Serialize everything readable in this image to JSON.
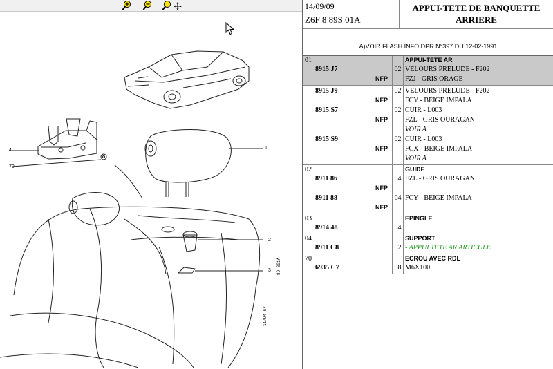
{
  "toolbar": {
    "zoom_in_icon": "zoom-in-icon",
    "zoom_out_icon": "zoom-out-icon",
    "zoom_pan_icon": "zoom-pan-icon"
  },
  "drawing": {
    "callouts": [
      "1",
      "2",
      "3",
      "4",
      "70"
    ],
    "code": "89 S01A",
    "date": "11/94  67"
  },
  "header": {
    "date": "14/09/09",
    "ref": "Z6F 8 89S 01A",
    "title_line1": "APPUI-TETE DE BANQUETTE",
    "title_line2": "ARRIERE"
  },
  "note": "A)VOIR FLASH INFO DPR N°397 DU 12-02-1991",
  "groups": [
    {
      "num": "01",
      "title": "APPUI-TETE AR",
      "selected": true,
      "parts": [
        {
          "ref": "8915 J7",
          "nfp": "NFP",
          "qty": "02",
          "desc": [
            "VELOURS PRELUDE - F202",
            "FZJ - GRIS ORAGE"
          ]
        }
      ]
    },
    {
      "num": "",
      "title": "",
      "selected": false,
      "parts": [
        {
          "ref": "8915 J9",
          "nfp": "NFP",
          "qty": "02",
          "desc": [
            "VELOURS PRELUDE - F202",
            "FCY - BEIGE IMPALA"
          ]
        },
        {
          "ref": "8915 S7",
          "nfp": "NFP",
          "qty": "02",
          "desc": [
            "CUIR - L003",
            "FZL - GRIS OURAGAN",
            "VOIR A"
          ]
        },
        {
          "ref": "8915 S9",
          "nfp": "NFP",
          "qty": "02",
          "desc": [
            "CUIR - L003",
            "FCX - BEIGE IMPALA",
            "VOIR A"
          ]
        }
      ]
    },
    {
      "num": "02",
      "title": "GUIDE",
      "selected": false,
      "parts": [
        {
          "ref": "8911 86",
          "nfp": "NFP",
          "qty": "04",
          "desc": [
            "FZL - GRIS OURAGAN"
          ]
        },
        {
          "ref": "8911 88",
          "nfp": "NFP",
          "qty": "04",
          "desc": [
            "FCY - BEIGE IMPALA"
          ]
        }
      ]
    },
    {
      "num": "03",
      "title": "EPINGLE",
      "selected": false,
      "parts": [
        {
          "ref": "8914 48",
          "nfp": "",
          "qty": "04",
          "desc": []
        }
      ]
    },
    {
      "num": "04",
      "title": "SUPPORT",
      "selected": false,
      "parts": [
        {
          "ref": "8911 C8",
          "nfp": "",
          "qty": "02",
          "desc": [
            "- APPUI TETE AR ARTICULE"
          ]
        }
      ]
    },
    {
      "num": "70",
      "title": "ECROU AVEC RDL",
      "selected": false,
      "parts": [
        {
          "ref": "6935 C7",
          "nfp": "",
          "qty": "08",
          "desc": [
            "M6X100"
          ]
        }
      ]
    }
  ]
}
